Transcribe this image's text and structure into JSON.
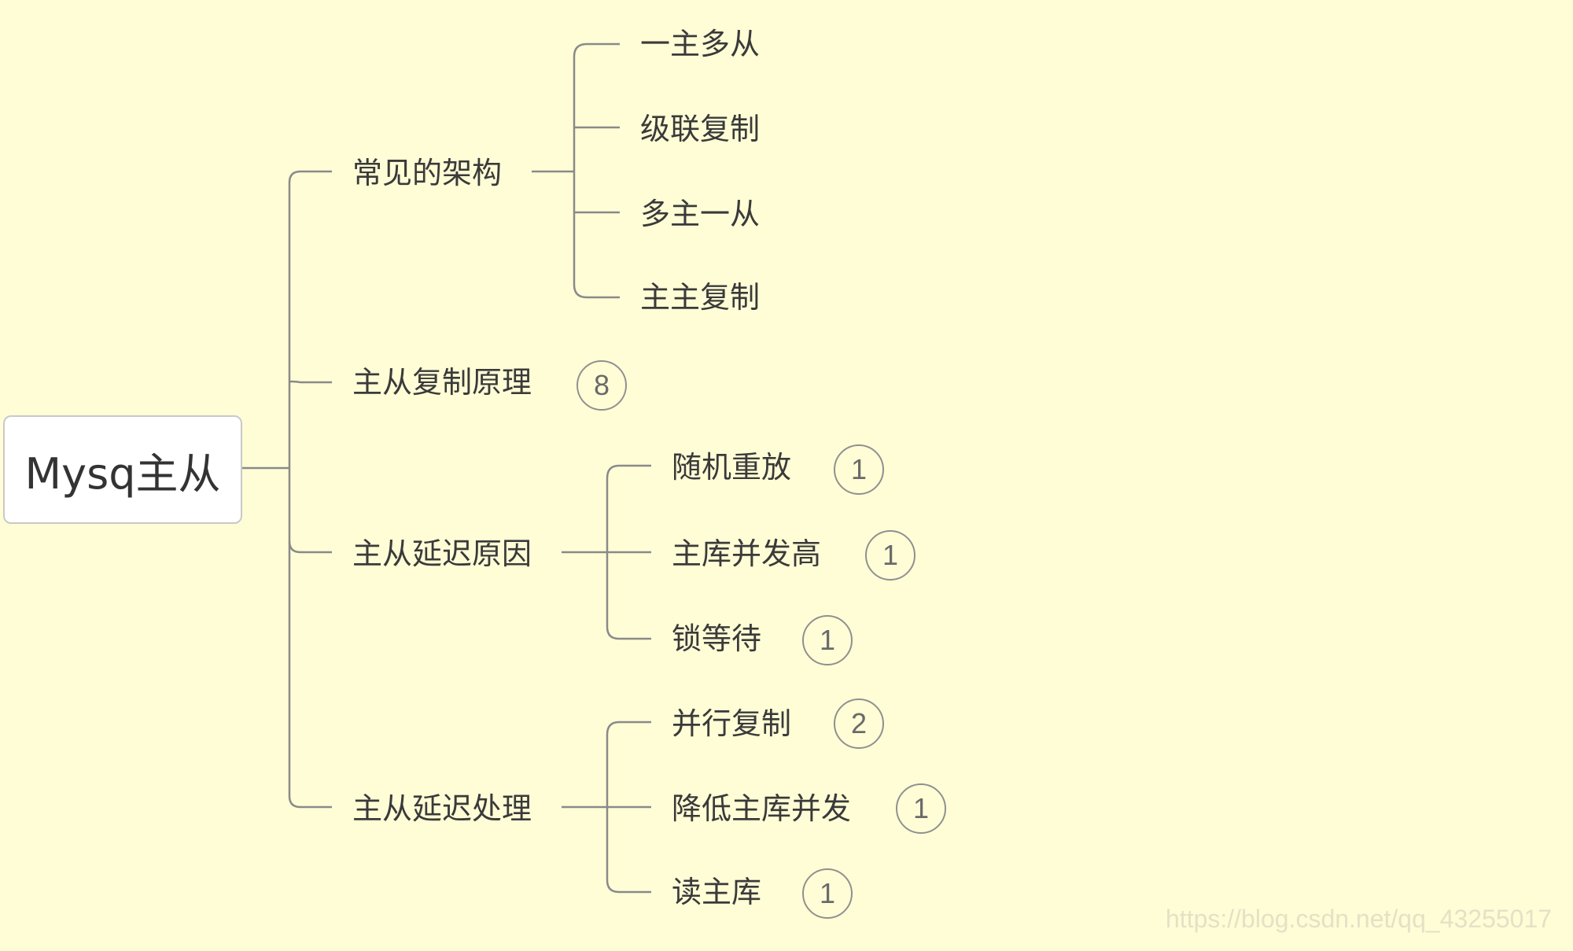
{
  "root": {
    "label": "Mysq主从"
  },
  "branches": {
    "architecture": {
      "label": "常见的架构",
      "children": [
        "一主多从",
        "级联复制",
        "多主一从",
        "主主复制"
      ]
    },
    "principle": {
      "label": "主从复制原理",
      "badge": "8"
    },
    "delay_causes": {
      "label": "主从延迟原因",
      "children": [
        {
          "label": "随机重放",
          "badge": "1"
        },
        {
          "label": "主库并发高",
          "badge": "1"
        },
        {
          "label": "锁等待",
          "badge": "1"
        }
      ]
    },
    "delay_handling": {
      "label": "主从延迟处理",
      "children": [
        {
          "label": "并行复制",
          "badge": "2"
        },
        {
          "label": "降低主库并发",
          "badge": "1"
        },
        {
          "label": "读主库",
          "badge": "1"
        }
      ]
    }
  },
  "watermark": "https://blog.csdn.net/qq_43255017",
  "colors": {
    "background": "#fffdd6",
    "line": "#8a8a8a",
    "text": "#3a3a3a"
  }
}
